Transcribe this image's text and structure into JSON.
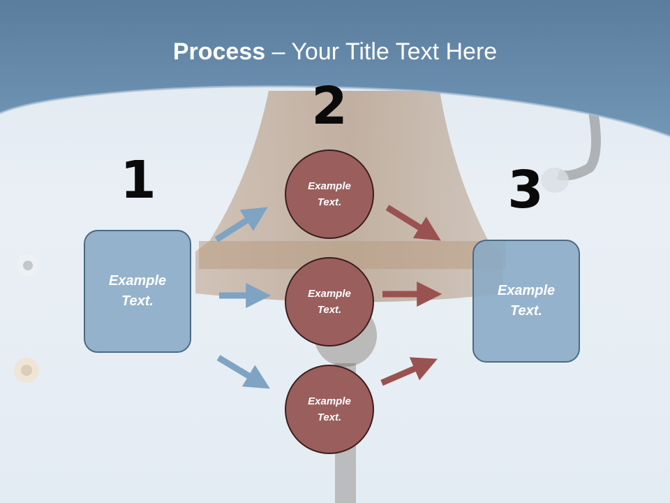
{
  "title": {
    "bold": "Process",
    "rest": " – Your Title Text Here"
  },
  "steps": [
    {
      "number": "1",
      "box_text": "Example\nText."
    },
    {
      "number": "2"
    },
    {
      "number": "3",
      "box_text": "Example\nText."
    }
  ],
  "circles": [
    {
      "text": "Example\nText."
    },
    {
      "text": "Example\nText."
    },
    {
      "text": "Example\nText."
    }
  ],
  "colors": {
    "header_blue": "#6b8cab",
    "box_fill": "#89aac6",
    "box_border": "#4a6a84",
    "circle_fill": "#9a5e5d",
    "circle_border": "#3b1d1d",
    "arrow_blue": "#7ea3c3",
    "arrow_red": "#9a5250"
  }
}
